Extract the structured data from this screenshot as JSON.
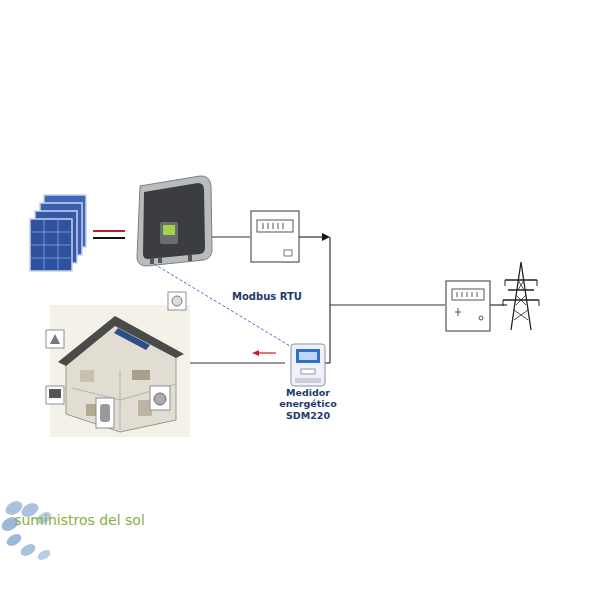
{
  "diagram": {
    "nodes": [
      {
        "text": [
          "Medidor energético SDM220"
        ]
      }
    ],
    "labels": [
      "Modbus RTU",
      "suministros del sol"
    ]
  }
}
